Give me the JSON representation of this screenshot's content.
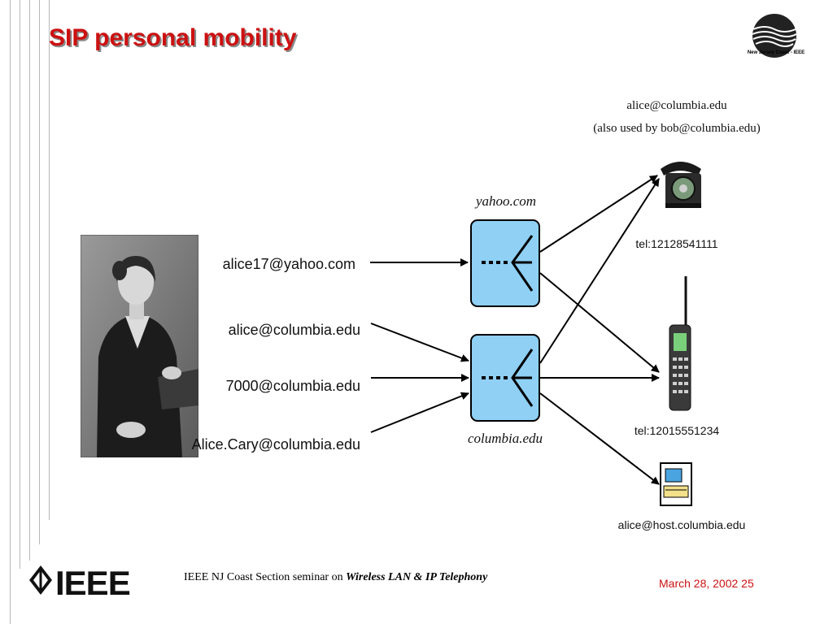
{
  "slide": {
    "title": "SIP personal mobility",
    "org_logo_text": "New Jersey Coast - IEEE",
    "footer_text": "IEEE NJ Coast Section seminar on ",
    "footer_emph": "Wireless LAN & IP Telephony",
    "footer_date": "March 28, 2002 25",
    "ieee_logo_text": "IEEE"
  },
  "diagram": {
    "domains": {
      "yahoo": "yahoo.com",
      "columbia": "columbia.edu"
    },
    "addresses": [
      "alice17@yahoo.com",
      "alice@columbia.edu",
      "7000@columbia.edu",
      "Alice.Cary@columbia.edu"
    ],
    "devices": {
      "phone_label_top_1": "alice@columbia.edu",
      "phone_label_top_2": "(also used by bob@columbia.edu)",
      "phone_tel": "tel:12128541111",
      "mobile_tel": "tel:12015551234",
      "computer_addr": "alice@host.columbia.edu"
    }
  },
  "colors": {
    "title": "#cc1111",
    "proxy_fill": "#8fd0f4",
    "date": "#cc1111"
  }
}
